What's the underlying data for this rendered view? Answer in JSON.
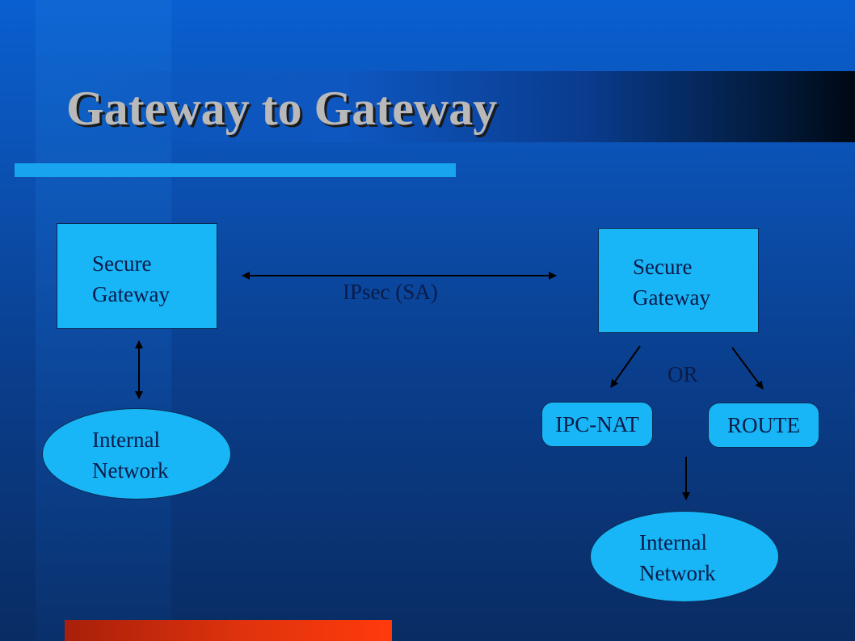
{
  "slide": {
    "title": "Gateway to Gateway"
  },
  "diagram": {
    "left_gateway": {
      "line1": "Secure",
      "line2": "Gateway"
    },
    "right_gateway": {
      "line1": "Secure",
      "line2": "Gateway"
    },
    "tunnel_label": "IPsec (SA)",
    "left_network": {
      "line1": "Internal",
      "line2": "Network"
    },
    "right_network": {
      "line1": "Internal",
      "line2": "Network"
    },
    "or_label": "OR",
    "nat_option": "IPC-NAT",
    "route_option": "ROUTE"
  },
  "colors": {
    "background": "#0a4fae",
    "node_fill": "#18b6f6",
    "underline": "#18a4ee",
    "bottom_bar": "#ff3a0c",
    "title_text": "#b9b9b9"
  }
}
